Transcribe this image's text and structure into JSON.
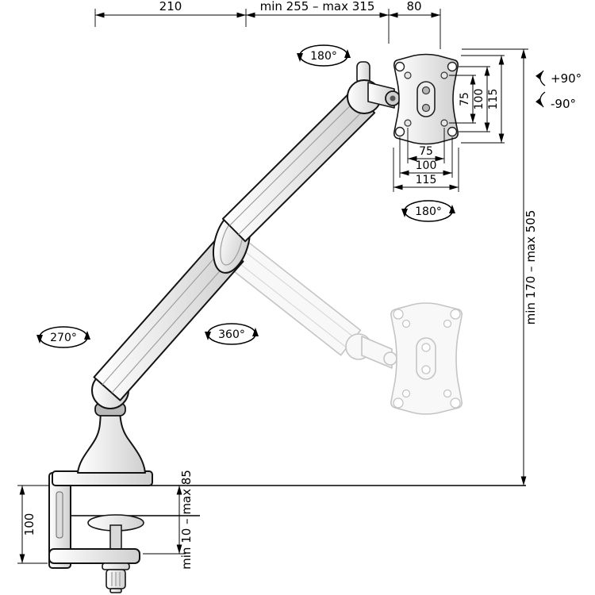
{
  "dimensions": {
    "arm_offset": "210",
    "arm_reach_range": "min 255 – max 315",
    "head_offset": "80",
    "plate_vertical": {
      "inner": "75",
      "mid": "100",
      "outer": "115"
    },
    "plate_horizontal": {
      "inner": "75",
      "mid": "100",
      "outer": "115"
    },
    "height_range": "min 170 – max 505",
    "clamp_height": "100",
    "desk_thickness_range": "min 10 – max 85"
  },
  "rotations": {
    "head_swivel": "180°",
    "plate_rotation": "180°",
    "tilt_up": "+90°",
    "tilt_down": "-90°",
    "base_swivel": "270°",
    "arm_swivel": "360°"
  },
  "colors": {
    "line": "#000000",
    "ghost_line": "#c4c4c4",
    "metal_shade": "#c9c9c9"
  }
}
